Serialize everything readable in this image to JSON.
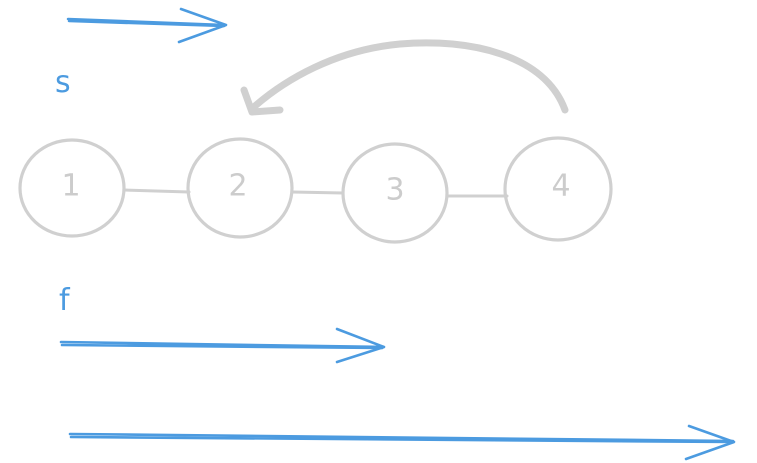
{
  "nodes": [
    {
      "label": "1"
    },
    {
      "label": "2"
    },
    {
      "label": "3"
    },
    {
      "label": "4"
    }
  ],
  "pointers": {
    "slow_label": "s",
    "fast_label": "f"
  },
  "colors": {
    "node": "#d0d0d0",
    "arrow": "#4c9be0"
  }
}
